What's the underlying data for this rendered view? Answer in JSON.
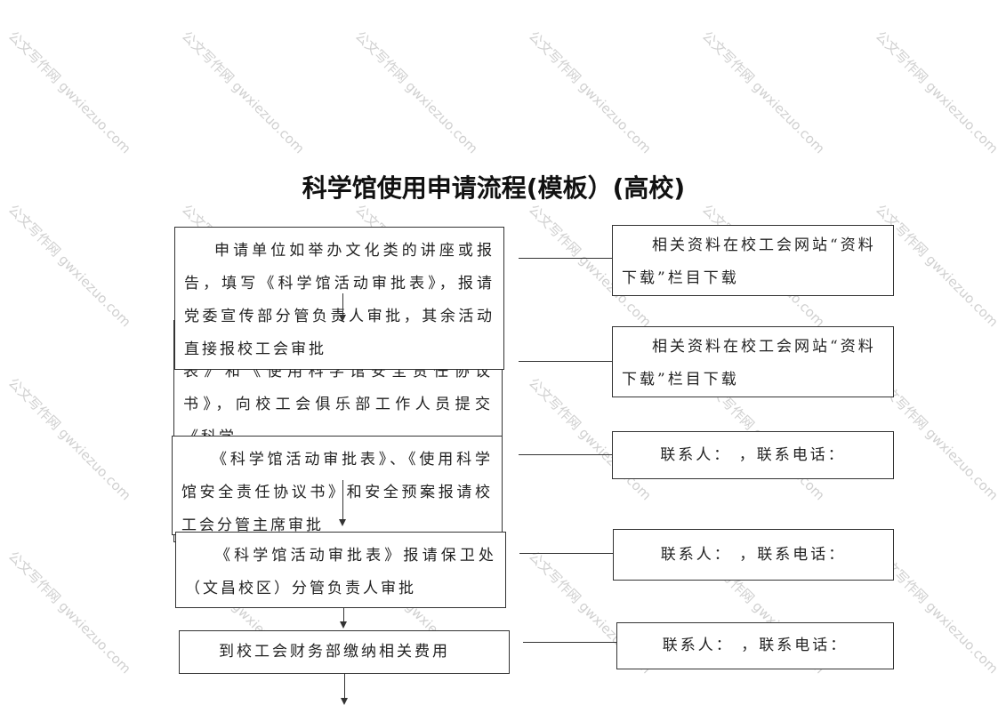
{
  "title": "科学馆使用申请流程(模板）(高校)",
  "watermark": "公文写作网 gwxiezuo.com",
  "steps": [
    {
      "text": "申请单位如举办文化类的讲座或报告，填写《科学馆活动审批表》，报请党委宣传部分管负责人审批，其余活动直接报校工会审批"
    },
    {
      "text": "表》和《使用科学馆安全责任协议书》，向校工会俱乐部工作人员提交《科学"
    },
    {
      "text": "《科学馆活动审批表》、《使用科学馆安全责任协议书》和安全预案报请校工会分管主席审批"
    },
    {
      "text": "《科学馆活动审批表》报请保卫处（文昌校区）分管负责人审批"
    },
    {
      "text": "到校工会财务部缴纳相关费用"
    }
  ],
  "notes": [
    {
      "text": "相关资料在校工会网站“资料下载”栏目下载"
    },
    {
      "text": "相关资料在校工会网站“资料下载”栏目下载"
    },
    {
      "text": "联系人：  ，联系电话："
    },
    {
      "text": "联系人：  ，联系电话："
    },
    {
      "text": "联系人：  ，联系电话："
    }
  ]
}
